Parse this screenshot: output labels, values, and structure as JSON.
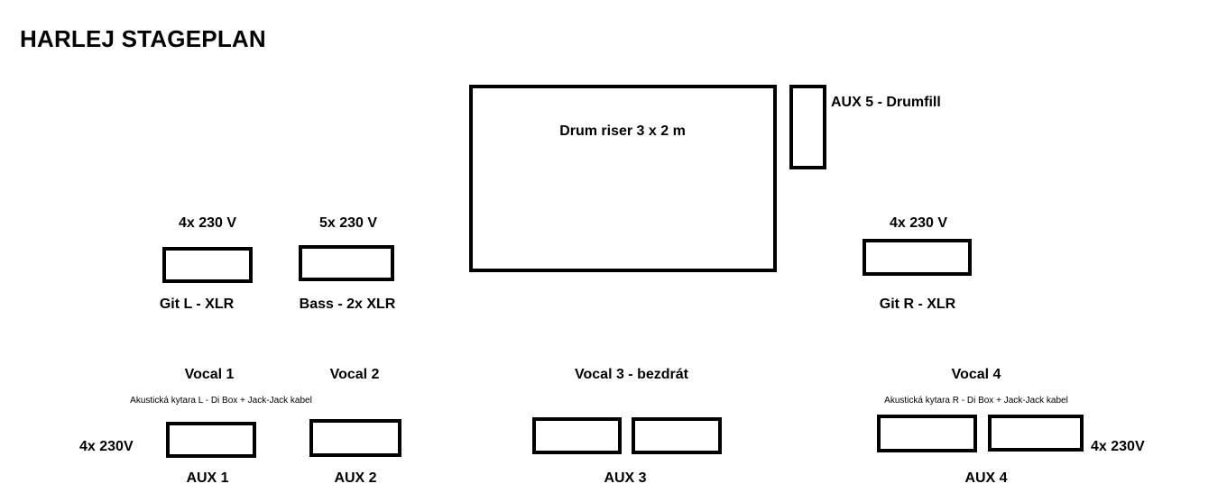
{
  "title": "HARLEJ STAGEPLAN",
  "drum": {
    "riser": "Drum riser 3 x 2 m",
    "aux5": "AUX 5 - Drumfill"
  },
  "git_l": {
    "power": "4x 230 V",
    "label": "Git L - XLR"
  },
  "bass": {
    "power": "5x 230 V",
    "label": "Bass - 2x XLR"
  },
  "git_r": {
    "power": "4x 230 V",
    "label": "Git R - XLR"
  },
  "vocal1": {
    "label": "Vocal 1",
    "note": "Akustická kytara L  - Di Box + Jack-Jack kabel",
    "power": "4x 230V",
    "aux": "AUX 1"
  },
  "vocal2": {
    "label": "Vocal 2",
    "aux": "AUX 2"
  },
  "vocal3": {
    "label": "Vocal 3 - bezdrát",
    "aux": "AUX 3"
  },
  "vocal4": {
    "label": "Vocal 4",
    "note": "Akustická kytara R - Di Box + Jack-Jack kabel",
    "power": "4x 230V",
    "aux": "AUX 4"
  }
}
